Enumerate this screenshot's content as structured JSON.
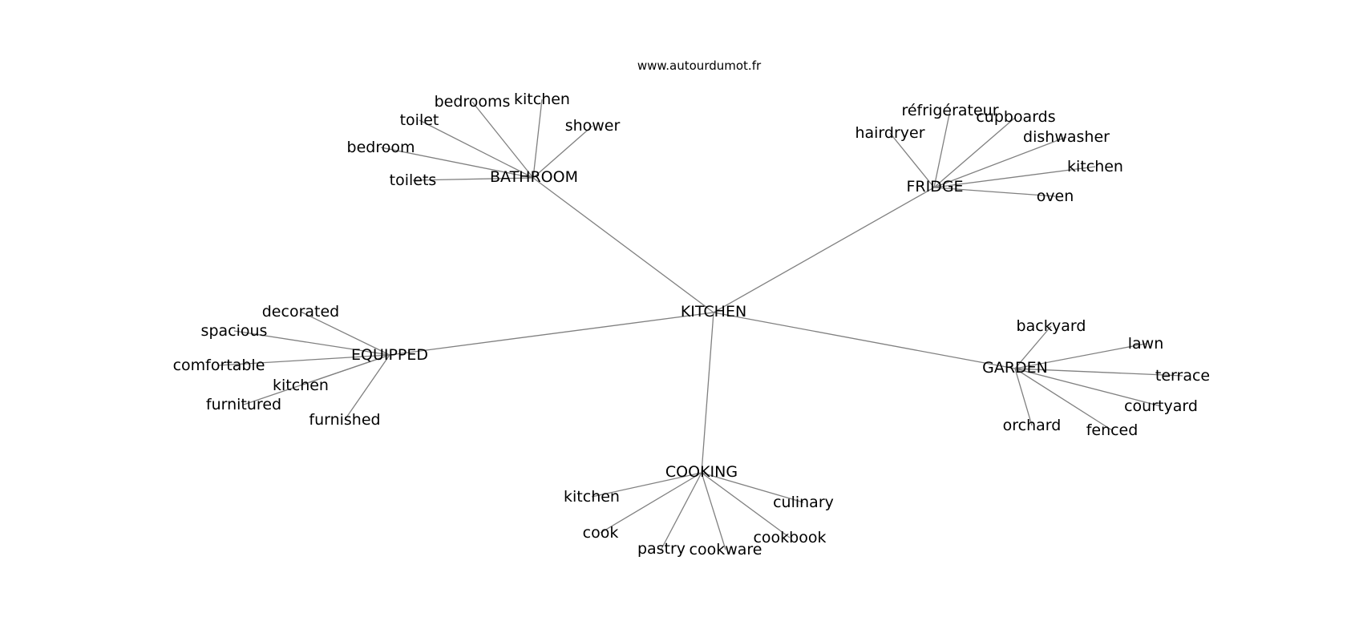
{
  "source": "www.autourdumot.fr",
  "center": "KITCHEN",
  "line_color": "#808080",
  "text_color": "#000000",
  "background": "#ffffff",
  "groups": [
    {
      "hub": "BATHROOM",
      "words": [
        "kitchen",
        "bedrooms",
        "toilet",
        "bedroom",
        "toilets",
        "shower"
      ]
    },
    {
      "hub": "FRIDGE",
      "words": [
        "réfrigérateur",
        "cupboards",
        "hairdryer",
        "dishwasher",
        "kitchen",
        "oven"
      ]
    },
    {
      "hub": "EQUIPPED",
      "words": [
        "decorated",
        "spacious",
        "comfortable",
        "kitchen",
        "furnitured",
        "furnished"
      ]
    },
    {
      "hub": "GARDEN",
      "words": [
        "backyard",
        "lawn",
        "terrace",
        "courtyard",
        "fenced",
        "orchard"
      ]
    },
    {
      "hub": "COOKING",
      "words": [
        "kitchen",
        "culinary",
        "cook",
        "cookbook",
        "pastry",
        "cookware"
      ]
    }
  ]
}
